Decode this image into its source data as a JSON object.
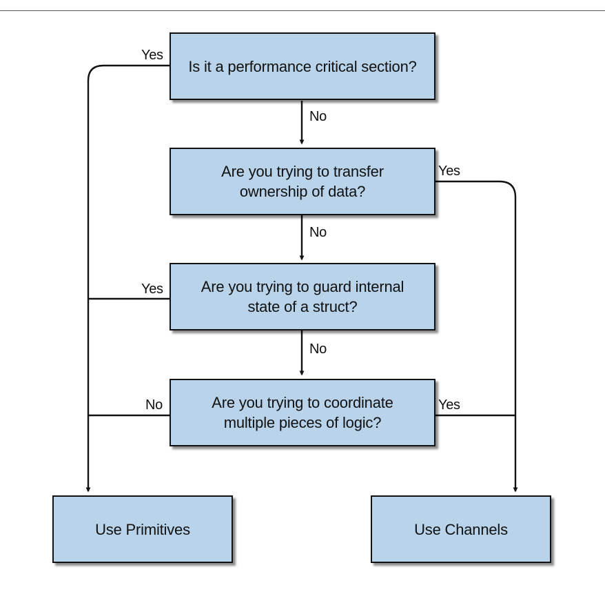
{
  "nodes": {
    "performance": "Is it a performance critical section?",
    "ownership": "Are you trying to transfer\nownership of data?",
    "guard": "Are you trying to guard internal\nstate of a struct?",
    "coordinate": "Are you trying to coordinate\nmultiple pieces of logic?",
    "primitives": "Use Primitives",
    "channels": "Use Channels"
  },
  "edges": {
    "performance_yes": "Yes",
    "performance_no": "No",
    "ownership_yes": "Yes",
    "ownership_no": "No",
    "guard_yes": "Yes",
    "guard_no": "No",
    "coordinate_no": "No",
    "coordinate_yes": "Yes"
  },
  "colors": {
    "box_fill": "#b8d3ea",
    "stroke": "#111111"
  }
}
